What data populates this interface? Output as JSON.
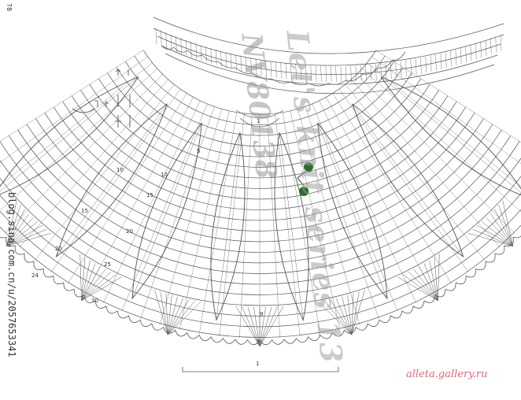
{
  "page": {
    "page_number": "78",
    "source_url": "blog.sina.com.cn/u/2057653341",
    "watermark_title": "Let's knit series 13",
    "watermark_code": "NV80138",
    "site_mark": "alleta.gallery.ru"
  },
  "labels": {
    "row_numbers": [
      "1",
      "5",
      "9",
      "10",
      "15",
      "20",
      "24",
      "1",
      "5",
      "10",
      "15",
      "20",
      "25",
      "30"
    ]
  },
  "colors": {
    "line": "#555555",
    "bead": "#2e6b2e",
    "site_mark": "#d86a78"
  }
}
